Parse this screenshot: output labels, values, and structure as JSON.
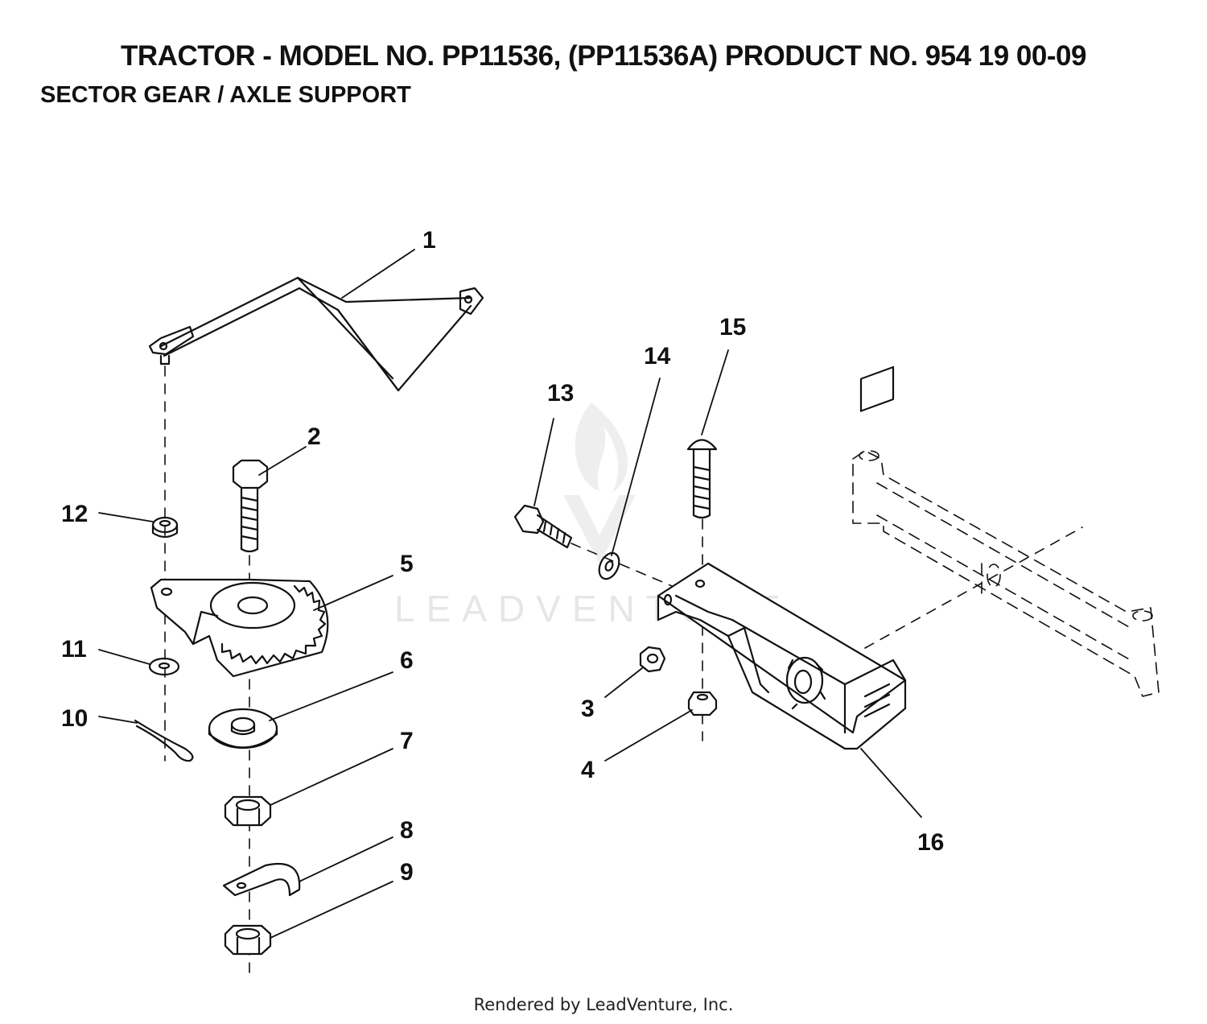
{
  "header": {
    "title": "TRACTOR - MODEL NO. PP11536, (PP11536A)  PRODUCT NO. 954 19 00-09",
    "subtitle": "SECTOR GEAR / AXLE SUPPORT"
  },
  "watermark": "LEADVENTURE",
  "callouts": [
    "1",
    "2",
    "3",
    "4",
    "5",
    "6",
    "7",
    "8",
    "9",
    "10",
    "11",
    "12",
    "13",
    "14",
    "15",
    "16"
  ],
  "footer": "Rendered by LeadVenture, Inc."
}
